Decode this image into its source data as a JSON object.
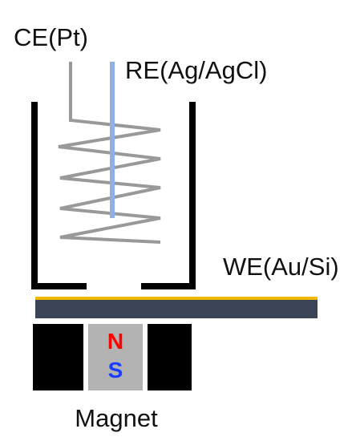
{
  "labels": {
    "counter_electrode": "CE(Pt)",
    "reference_electrode": "RE(Ag/AgCl)",
    "working_electrode": "WE(Au/Si)",
    "magnet": "Magnet",
    "north": "N",
    "south": "S"
  },
  "colors": {
    "cell_wall": "#000000",
    "coil_wire": "#999999",
    "reference_electrode": "#8eb0e6",
    "substrate": "#3b4456",
    "gold_layer": "#f0b800",
    "magnet_block": "#000000",
    "magnet_core": "#b3b3b3",
    "north_pole": "#ff0000",
    "south_pole": "#1a3cff"
  }
}
